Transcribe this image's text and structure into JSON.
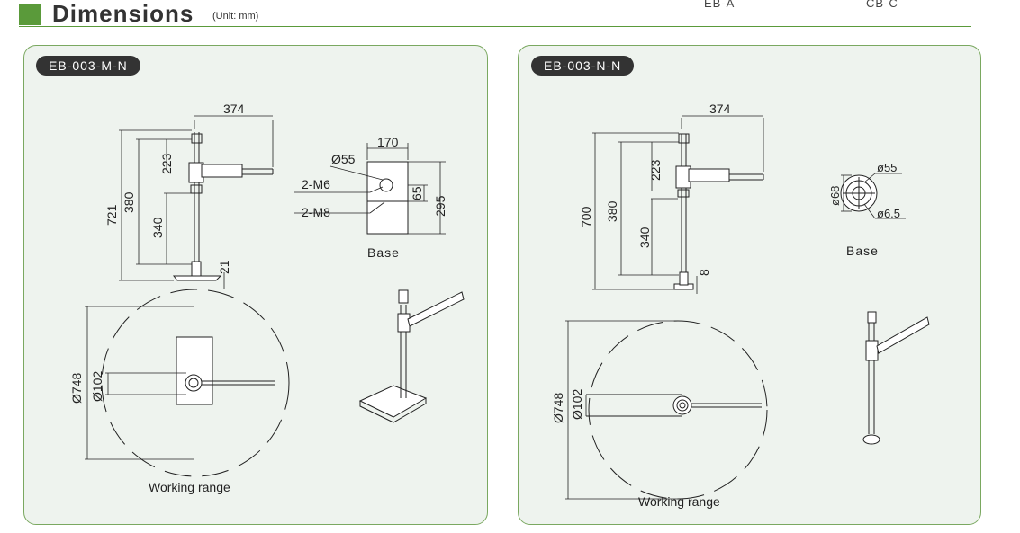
{
  "header": {
    "title": "Dimensions",
    "unit": "(Unit: mm)",
    "code_a": "EB-A",
    "code_b": "CB-C",
    "accent_color": "#5a9a3a"
  },
  "left": {
    "model": "EB-003-M-N",
    "dims": {
      "arm": "374",
      "total": "721",
      "upper_span": "380",
      "bracket": "223",
      "lower": "340",
      "base_t": "21",
      "base_w": "170",
      "base_d": "295",
      "hole_d": "65",
      "bore": "Ø55",
      "m6": "2-M6",
      "m8": "2-M8",
      "range_outer": "Ø748",
      "range_inner": "Ø102"
    },
    "base_label": "Base",
    "range_label": "Working range"
  },
  "right": {
    "model": "EB-003-N-N",
    "dims": {
      "arm": "374",
      "total": "700",
      "upper_span": "380",
      "bracket": "223",
      "lower": "340",
      "base_t": "8",
      "base_od": "ø68",
      "bore": "ø55",
      "hole": "ø6.5",
      "range_outer": "Ø748",
      "range_inner": "Ø102"
    },
    "base_label": "Base",
    "range_label": "Working range"
  }
}
